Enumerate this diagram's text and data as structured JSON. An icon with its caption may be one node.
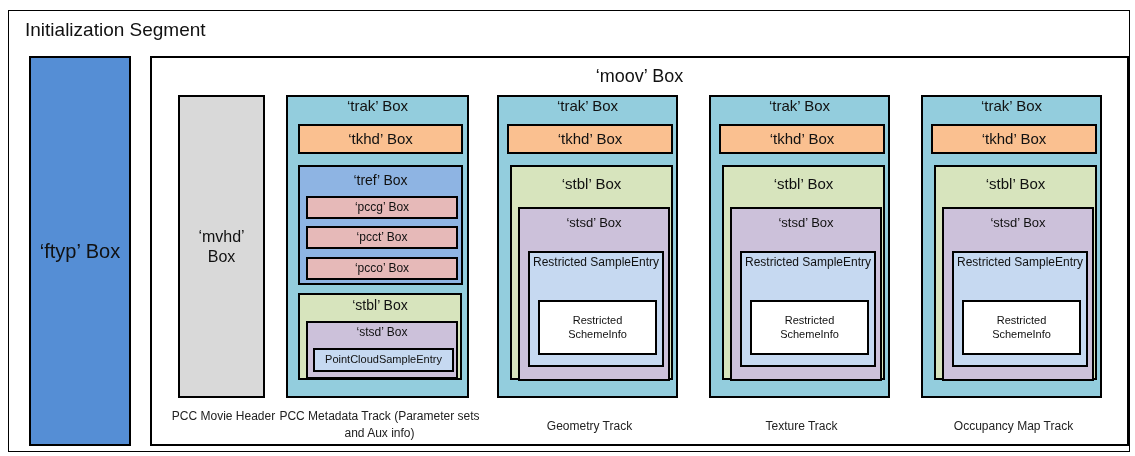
{
  "diagram": {
    "nodes": [
      {
        "text": [
          "Initialization Segment"
        ]
      },
      {
        "text": [
          "‘ftyp’ Box"
        ],
        "in": 0
      },
      {
        "text": [
          "‘moov’ Box"
        ],
        "in": 0
      },
      {
        "text": [
          "‘mvhd’ Box"
        ],
        "in": 2,
        "beside": [
          "PCC Movie Header"
        ]
      },
      {
        "text": [
          "‘trak’ Box"
        ],
        "in": 2,
        "beside": [
          "PCC Metadata Track (Parameter sets and Aux info)"
        ]
      },
      {
        "text": [
          "‘tkhd’ Box"
        ],
        "in": 4
      },
      {
        "text": [
          "‘tref’ Box"
        ],
        "in": 4
      },
      {
        "text": [
          "‘pccg’ Box"
        ],
        "in": 6
      },
      {
        "text": [
          "‘pcct’ Box"
        ],
        "in": 6
      },
      {
        "text": [
          "‘pcco’ Box"
        ],
        "in": 6
      },
      {
        "text": [
          "‘stbl’ Box"
        ],
        "in": 4
      },
      {
        "text": [
          "‘stsd’ Box"
        ],
        "in": 10
      },
      {
        "text": [
          "PointCloudSampleEntry"
        ],
        "in": 11
      },
      {
        "text": [
          "‘trak’ Box"
        ],
        "in": 2,
        "beside": [
          "Geometry Track"
        ]
      },
      {
        "text": [
          "‘tkhd’ Box"
        ],
        "in": 13
      },
      {
        "text": [
          "‘stbl’ Box"
        ],
        "in": 13
      },
      {
        "text": [
          "‘stsd’ Box"
        ],
        "in": 15
      },
      {
        "text": [
          "Restricted SampleEntry"
        ],
        "in": 16
      },
      {
        "text": [
          "Restricted SchemeInfo"
        ],
        "in": 17
      },
      {
        "text": [
          "‘trak’ Box"
        ],
        "in": 2,
        "beside": [
          "Texture Track"
        ]
      },
      {
        "text": [
          "‘tkhd’ Box"
        ],
        "in": 19
      },
      {
        "text": [
          "‘stbl’ Box"
        ],
        "in": 19
      },
      {
        "text": [
          "‘stsd’ Box"
        ],
        "in": 21
      },
      {
        "text": [
          "Restricted SampleEntry"
        ],
        "in": 22
      },
      {
        "text": [
          "Restricted SchemeInfo"
        ],
        "in": 23
      },
      {
        "text": [
          "‘trak’ Box"
        ],
        "in": 2,
        "beside": [
          "Occupancy Map Track"
        ]
      },
      {
        "text": [
          "‘tkhd’ Box"
        ],
        "in": 25
      },
      {
        "text": [
          "‘stbl’ Box"
        ],
        "in": 25
      },
      {
        "text": [
          "‘stsd’ Box"
        ],
        "in": 27
      },
      {
        "text": [
          "Restricted SampleEntry"
        ],
        "in": 28
      },
      {
        "text": [
          "Restricted SchemeInfo"
        ],
        "in": 29
      }
    ]
  }
}
